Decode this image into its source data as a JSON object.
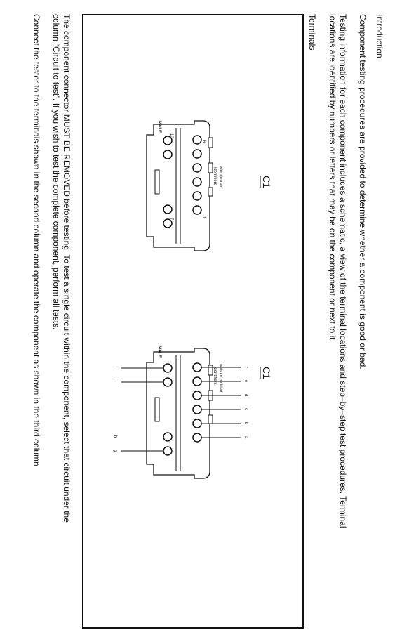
{
  "intro": {
    "heading": "Introduction",
    "sentence": "Component testing procedures are provided to determine whether a component is good or bad.",
    "testing_info_line1": "Testing information for each component includes a schematic, a view of the terminal locations and step–by–step test procedures. Terminal",
    "testing_info_line2": "locations are identified by numbers or letters that may be on the component or next to it."
  },
  "terminals": {
    "heading": "Terminals",
    "connector_left": {
      "name": "C1",
      "caption_line1": "with molded",
      "caption_line2": "identifiers",
      "gender": "MALE",
      "pin_labels": [
        "1",
        "6",
        "7",
        "10"
      ]
    },
    "connector_right": {
      "name": "C1",
      "caption_line1": "without molded",
      "caption_line2": "identifiers",
      "gender": "MALE",
      "pin_labels_top": [
        "a",
        "b",
        "c",
        "d",
        "e",
        "f"
      ],
      "pin_labels_bottom": [
        "g",
        "h",
        "i",
        "j"
      ]
    }
  },
  "notes": {
    "removal_line1": "The component connector MUST BE REMOVED before testing. To test a single circuit within the component, select that circuit under the",
    "removal_line2": "column “Circuit to test”. If you wish to test the complete component, perform all tests.",
    "connect_line": "Connect the tester to the terminals shown in the second column and operate the component as shown in the third column"
  }
}
